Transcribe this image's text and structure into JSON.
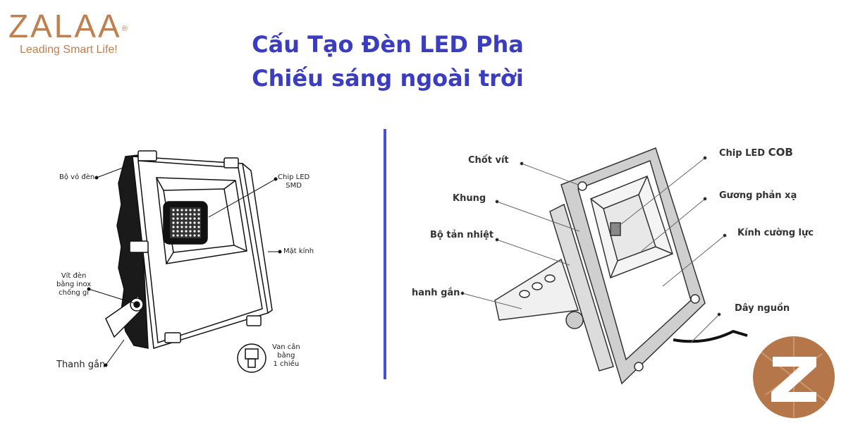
{
  "brand": {
    "name": "ZALAA",
    "registered": "®",
    "tagline": "Leading Smart Life!",
    "color": "#c07f4f"
  },
  "title": {
    "line1": "Cấu Tạo Đèn LED Pha",
    "line2": "Chiếu sáng ngoài trời",
    "color": "#3b3dc1"
  },
  "left_diagram": {
    "labels": {
      "housing": "Bộ vỏ đèn",
      "chip": "Chip LED\nSMD",
      "glass": "Mặt kính",
      "screw": "Vít đèn\nbằng inox\nchống gỉ",
      "bracket": "Thanh gắn",
      "valve": "Van cân\nbằng\n1 chiều"
    }
  },
  "right_diagram": {
    "labels": {
      "screw_pin": "Chốt vít",
      "frame": "Khung",
      "heatsink": "Bộ tản nhiệt",
      "bracket": "hanh gắn",
      "chip_prefix": "Chip LED ",
      "chip_cob": "COB",
      "reflector": "Gương phản xạ",
      "glass": "Kính cường lực",
      "cable": "Dây nguồn"
    }
  },
  "logo_badge": {
    "letter": "Z",
    "color": "#b5764a"
  }
}
